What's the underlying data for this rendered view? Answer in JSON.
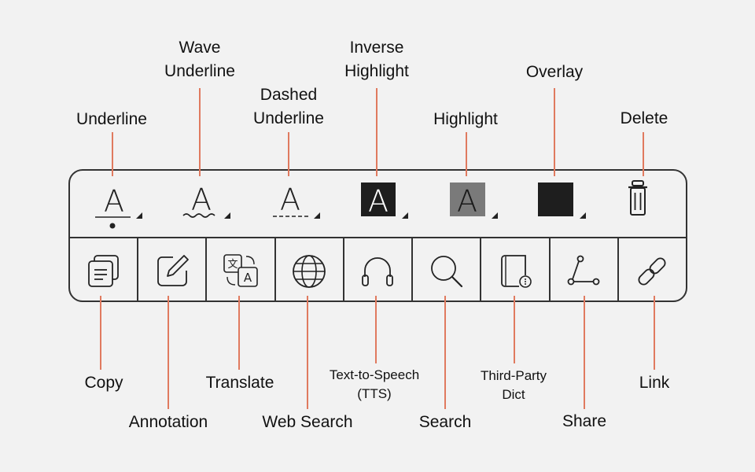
{
  "format_tools": [
    {
      "id": "underline",
      "label": "Underline",
      "glyph": "A"
    },
    {
      "id": "wave-underline",
      "label": "Wave\nUnderline",
      "glyph": "A"
    },
    {
      "id": "dashed-underline",
      "label": "Dashed\nUnderline",
      "glyph": "A"
    },
    {
      "id": "inverse-highlight",
      "label": "Inverse\nHighlight",
      "glyph": "A"
    },
    {
      "id": "highlight",
      "label": "Highlight",
      "glyph": "A"
    },
    {
      "id": "overlay",
      "label": "Overlay"
    },
    {
      "id": "delete",
      "label": "Delete"
    }
  ],
  "action_tools": [
    {
      "id": "copy",
      "label": "Copy",
      "icon": "copy-icon"
    },
    {
      "id": "annotation",
      "label": "Annotation",
      "icon": "edit-icon"
    },
    {
      "id": "translate",
      "label": "Translate",
      "icon": "translate-icon",
      "glyph_cn": "文",
      "glyph_a": "A"
    },
    {
      "id": "web-search",
      "label": "Web Search",
      "icon": "globe-icon"
    },
    {
      "id": "tts",
      "label": "Text-to-Speech\n(TTS)",
      "icon": "headphones-icon"
    },
    {
      "id": "search",
      "label": "Search",
      "icon": "search-icon"
    },
    {
      "id": "third-party-dict",
      "label": "Third-Party\nDict",
      "icon": "dictionary-icon"
    },
    {
      "id": "share",
      "label": "Share",
      "icon": "share-icon"
    },
    {
      "id": "link",
      "label": "Link",
      "icon": "link-icon"
    }
  ],
  "colors": {
    "leader": "#e07a5f",
    "border": "#333333",
    "background": "#f2f2f2",
    "dark_fill": "#1e1e1e",
    "gray_fill": "#7a7a7a"
  }
}
